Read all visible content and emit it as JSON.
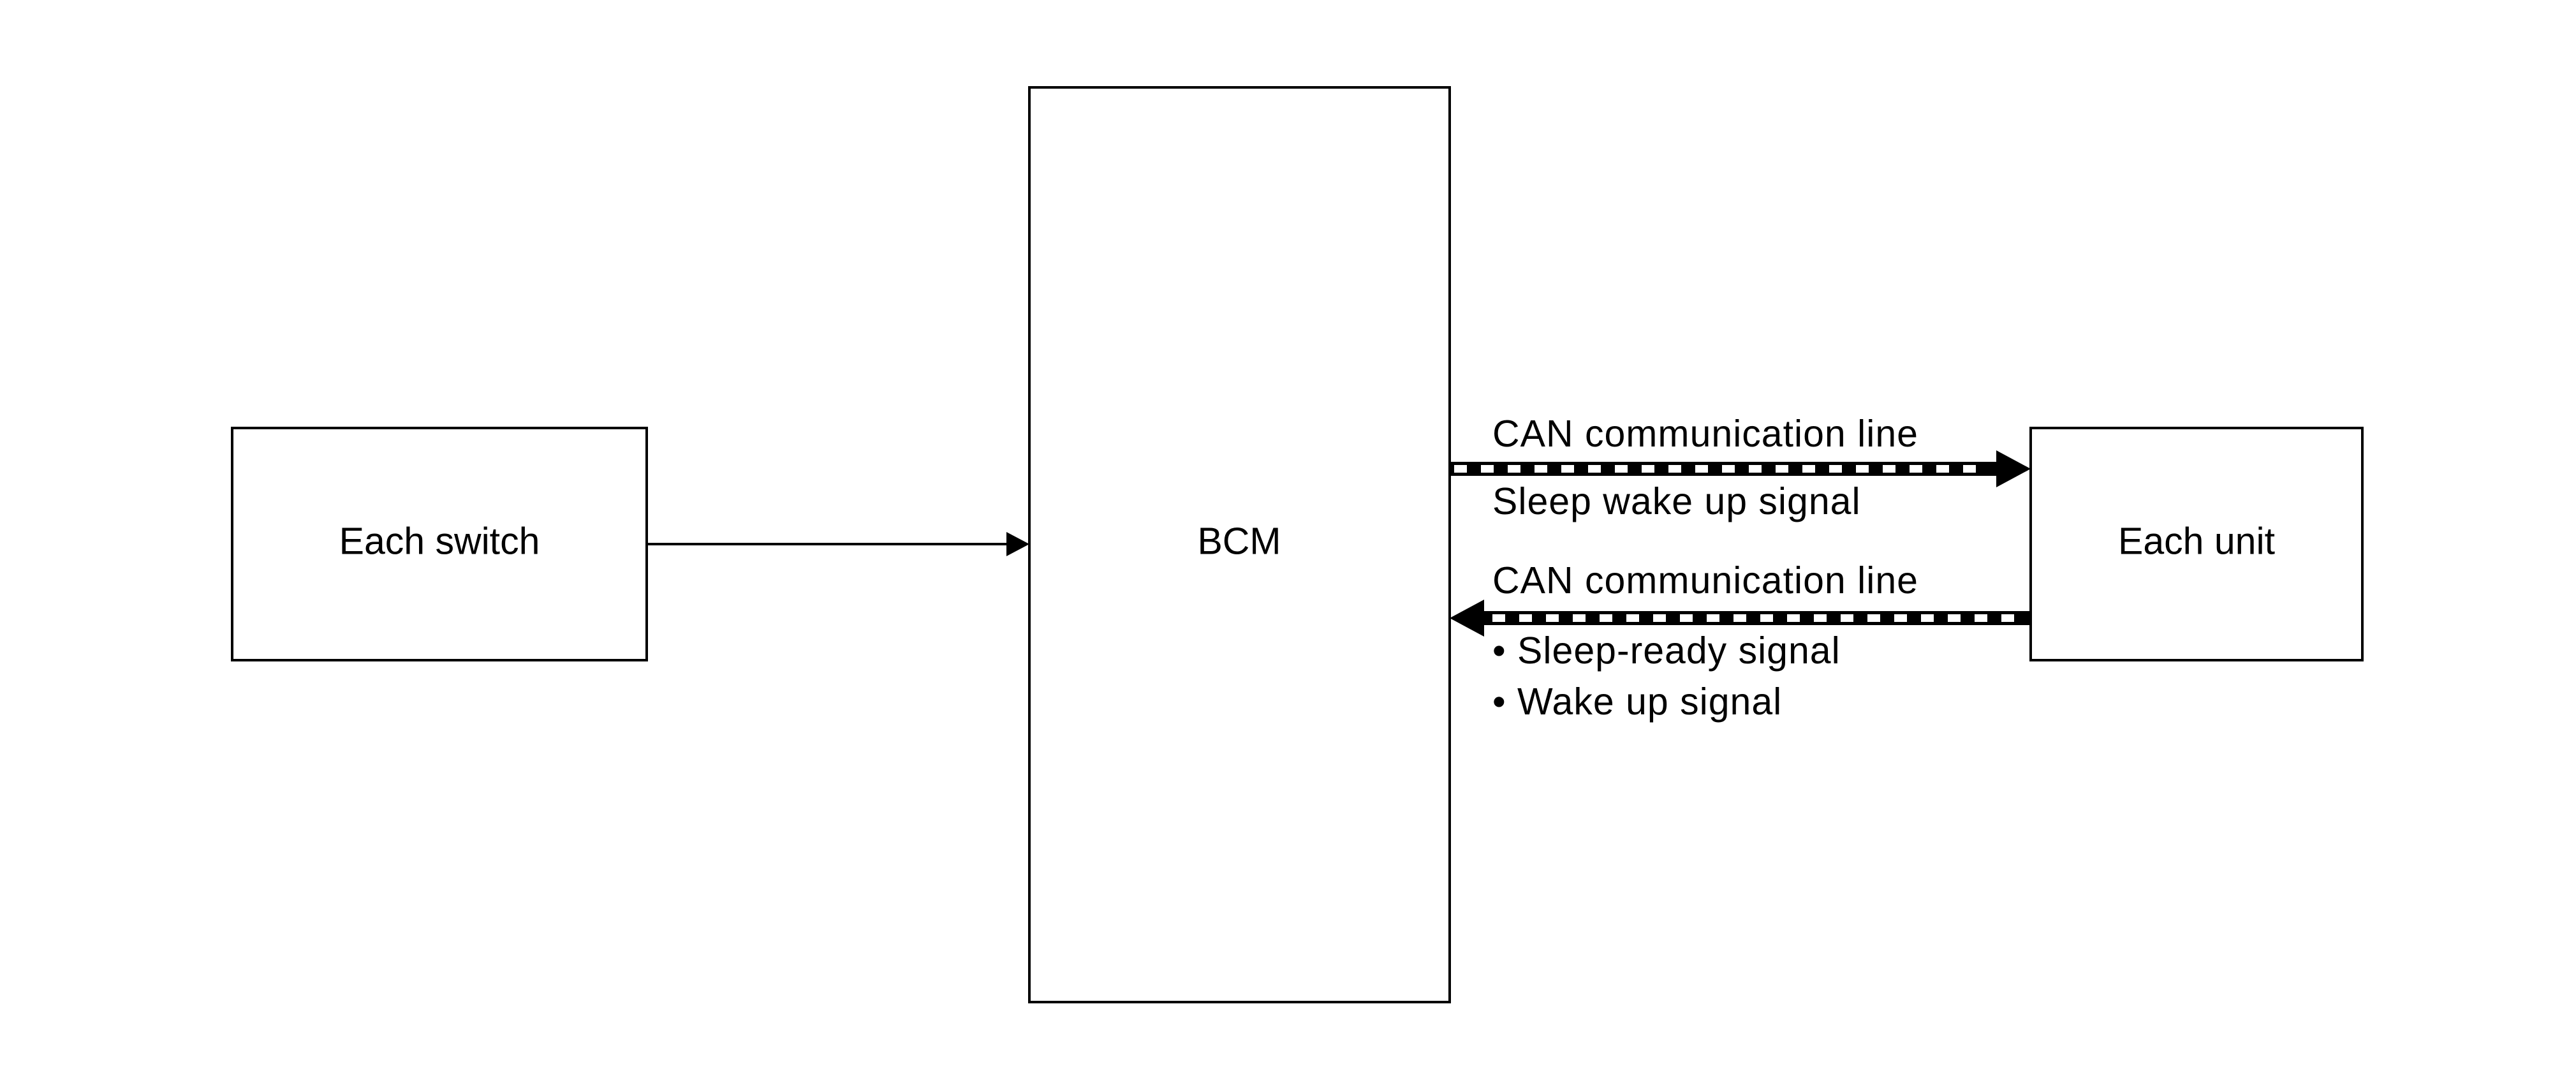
{
  "boxes": {
    "switch_label": "Each switch",
    "bcm_label": "BCM",
    "unit_label": "Each unit"
  },
  "signals": {
    "outgoing": {
      "line_label": "CAN communication line",
      "signal_label": "Sleep wake up signal"
    },
    "incoming": {
      "line_label": "CAN communication line",
      "signal_items": [
        "• Sleep-ready signal",
        "• Wake up signal"
      ]
    }
  },
  "colors": {
    "line": "#000000",
    "background": "#ffffff",
    "dash": "#ffffff"
  }
}
